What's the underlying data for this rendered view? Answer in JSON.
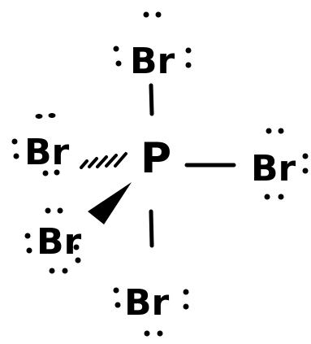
{
  "molecule": {
    "center": "P",
    "ligands": {
      "top": "Br",
      "left": "Br",
      "right": "Br",
      "lower_left": "Br",
      "bottom": "Br"
    }
  },
  "colors": {
    "ink": "#000000",
    "background": "#ffffff"
  }
}
